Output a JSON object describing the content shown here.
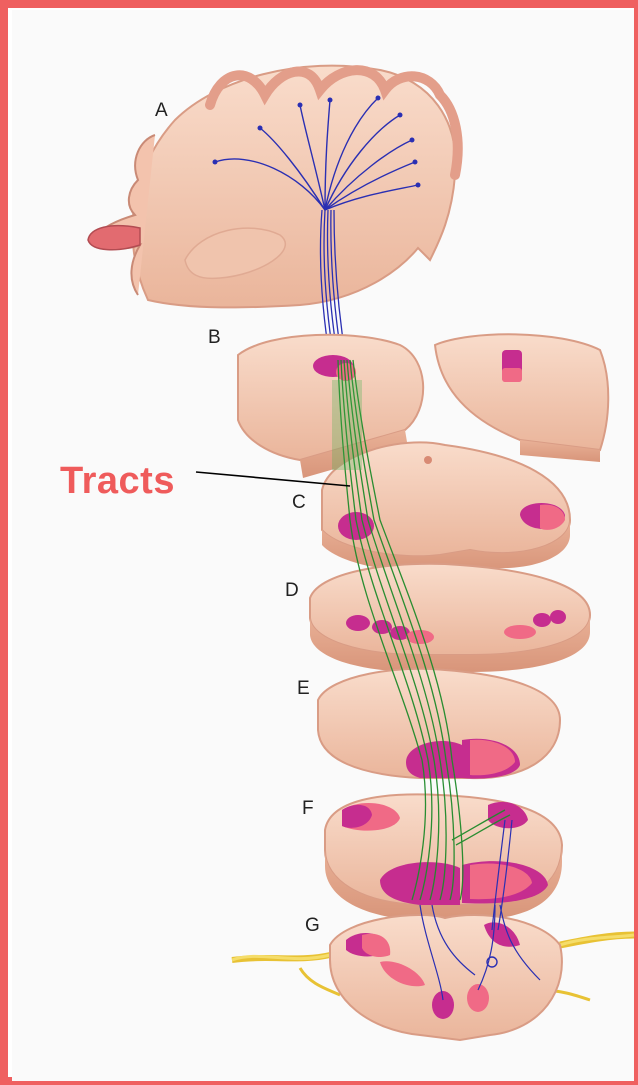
{
  "labels": {
    "annotation": "Tracts",
    "sections": [
      "A",
      "B",
      "C",
      "D",
      "E",
      "F",
      "G"
    ]
  },
  "colors": {
    "border": "#ef6060",
    "annotation": "#ef5b5b",
    "tissue": "#f4cbb6",
    "tissue_dark": "#e3a98e",
    "fiber_upper": "#2a2fb3",
    "fiber_lower": "#1f8a2a",
    "tract_magenta": "#c62d8f",
    "tract_pink": "#f06a86",
    "nerve": "#f0d23a"
  },
  "icons": [
    "brain-section-illustration",
    "spinal-cord-section-illustration",
    "nerve-illustration"
  ]
}
